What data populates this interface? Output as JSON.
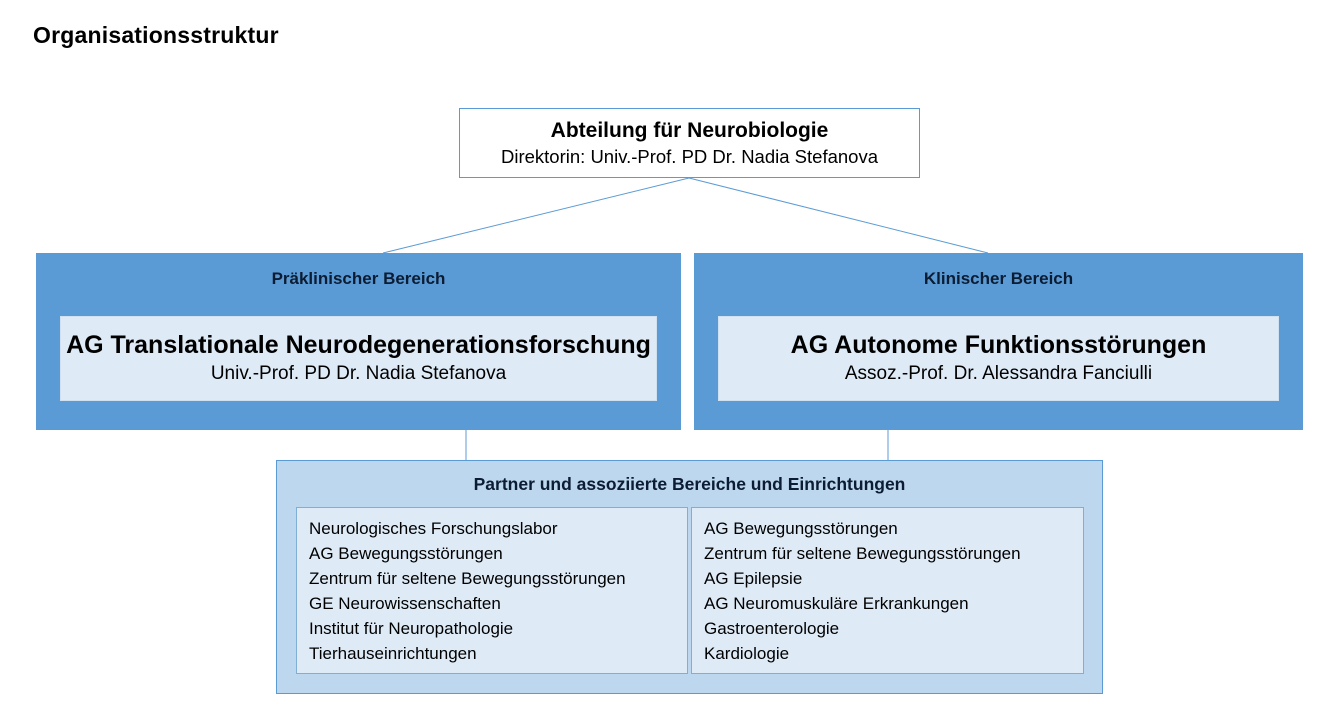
{
  "title": "Organisationsstruktur",
  "root": {
    "title": "Abteilung für Neurobiologie",
    "subtitle": "Direktorin: Univ.-Prof. PD Dr. Nadia Stefanova"
  },
  "branches": [
    {
      "header": "Präklinischer Bereich",
      "group": "AG Translationale Neurodegenerationsforschung",
      "lead": "Univ.-Prof. PD Dr. Nadia Stefanova"
    },
    {
      "header": "Klinischer Bereich",
      "group": "AG Autonome Funktionsstörungen",
      "lead": "Assoz.-Prof. Dr. Alessandra Fanciulli"
    }
  ],
  "partners": {
    "header": "Partner und assoziierte Bereiche und Einrichtungen",
    "left_items": [
      "Neurologisches Forschungslabor",
      "AG Bewegungsstörungen",
      "Zentrum für seltene Bewegungsstörungen",
      "GE Neurowissenschaften",
      "Institut für Neuropathologie",
      "Tierhauseinrichtungen"
    ],
    "right_items": [
      "AG Bewegungsstörungen",
      "Zentrum für seltene Bewegungsstörungen",
      "AG Epilepsie",
      "AG Neuromuskuläre Erkrankungen",
      "Gastroenterologie",
      "Kardiologie"
    ]
  },
  "colors": {
    "branch_fill": "#5B9BD5",
    "inner_fill": "#DEEBF7",
    "partner_fill": "#BDD7EE",
    "border_blue": "#5B9BD5",
    "connector": "#5B9BD5",
    "text": "#000000"
  }
}
